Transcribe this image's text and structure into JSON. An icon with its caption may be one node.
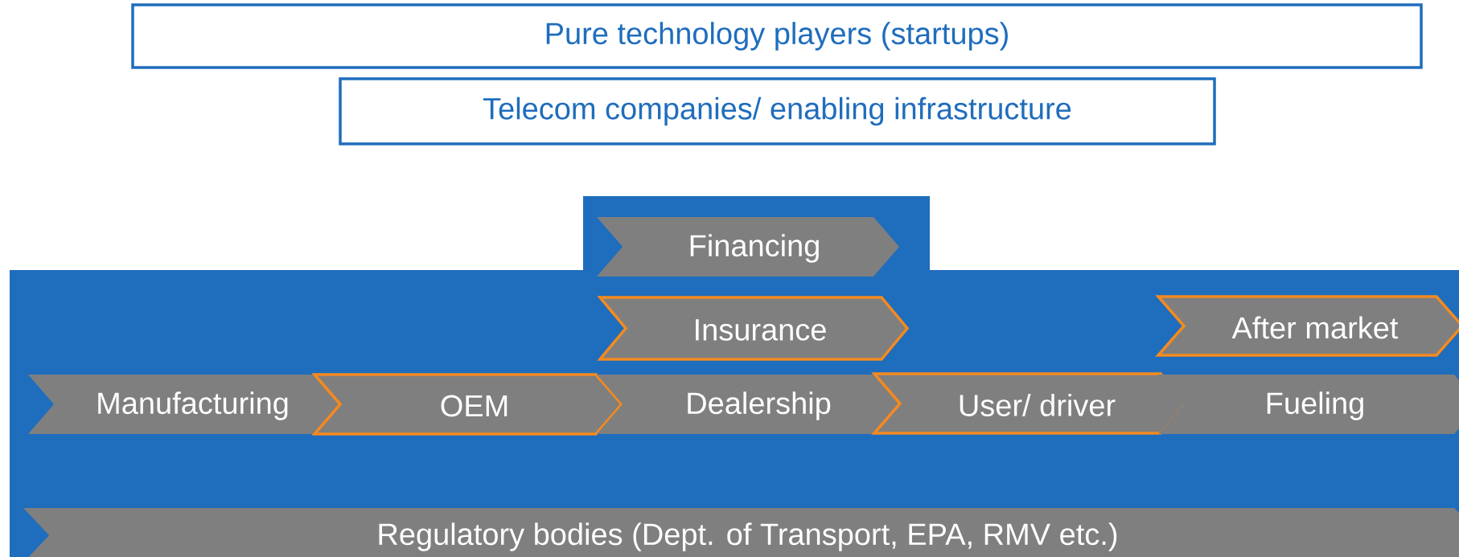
{
  "diagram": {
    "nodes": [
      {
        "text": [
          "Pure technology players (startups)"
        ]
      },
      {
        "text": [
          "Telecom companies/ enabling infrastructure"
        ]
      },
      {
        "text": [],
        "shape": "box"
      },
      {
        "text": [
          "Financing"
        ],
        "in": 2
      },
      {
        "text": [
          "Insurance"
        ],
        "in": 2
      },
      {
        "text": [
          "After market"
        ],
        "in": 2
      },
      {
        "text": [
          "Manufacturing"
        ],
        "in": 2
      },
      {
        "text": [
          "OEM"
        ],
        "in": 2
      },
      {
        "text": [
          "Dealership"
        ],
        "in": 2
      },
      {
        "text": [
          "User/ driver"
        ],
        "in": 2
      },
      {
        "text": [
          "Fueling"
        ],
        "in": 2
      },
      {
        "text": [
          "Regulatory bodies (Dept. of Transport, EPA, RMV etc.)"
        ],
        "in": 2
      }
    ]
  }
}
